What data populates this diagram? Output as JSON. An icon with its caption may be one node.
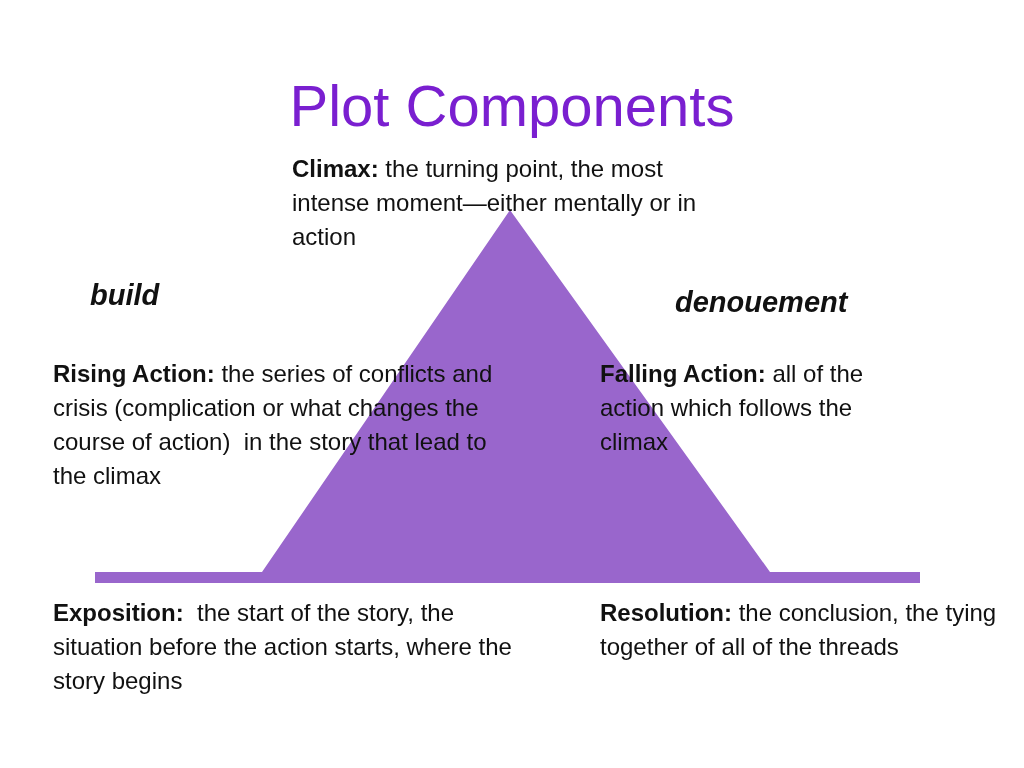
{
  "diagram": {
    "title": "Plot Components",
    "labels": [
      "**Climax:** the turning point, the most intense moment—either mentally or in action",
      "build",
      "denouement",
      "**Rising Action:** the series of conflicts and crisis (complication or what changes the course of action)  in the story that lead to the climax",
      "**Falling Action:** all of the action which follows the climax",
      "**Exposition:**  the start of the story, the situation before the action starts, where the story begins",
      "**Resolution:** the conclusion, the tying together of all of the threads"
    ]
  }
}
